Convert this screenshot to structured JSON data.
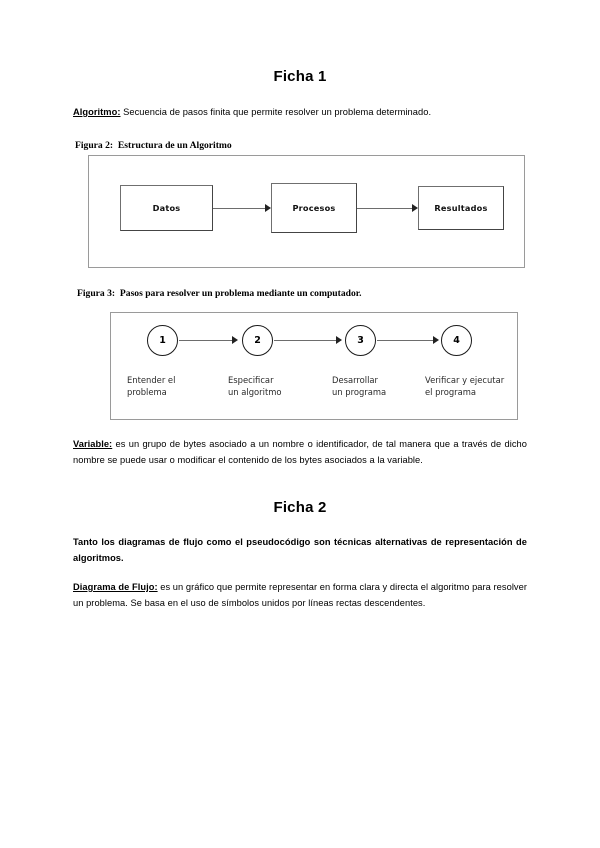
{
  "document": {
    "page_background": "#ffffff",
    "sections": [
      {
        "heading": "Ficha 1"
      },
      {
        "heading": "Ficha 2"
      }
    ]
  },
  "ficha1": {
    "title": "Ficha 1",
    "algoritmo": {
      "lead": "Algoritmo:",
      "body": " Secuencia de pasos finita que permite resolver un problema determinado."
    },
    "variable": {
      "lead": "Variable:",
      "body": " es un grupo de bytes asociado a un nombre o identificador, de tal manera que a través de dicho nombre  se puede usar o modificar el contenido de los bytes asociados a la variable."
    }
  },
  "figure2": {
    "caption_label": "Figura 2:",
    "caption_text": "Estructura de un Algoritmo",
    "boxes": [
      {
        "label": "Datos"
      },
      {
        "label": "Procesos"
      },
      {
        "label": "Resultados"
      }
    ]
  },
  "figure3": {
    "caption_label": "Figura 3:",
    "caption_text": "Pasos para resolver un problema mediante un computador.",
    "steps": [
      {
        "number": "1",
        "label": "Entender  el\nproblema"
      },
      {
        "number": "2",
        "label": "Especificar\nun algoritmo"
      },
      {
        "number": "3",
        "label": "Desarrollar\nun programa"
      },
      {
        "number": "4",
        "label": "Verificar y ejecutar\nel programa"
      }
    ]
  },
  "ficha2": {
    "title": "Ficha 2",
    "intro": "Tanto los diagramas de flujo como el pseudocódigo son técnicas alternativas de representación de algoritmos.",
    "diagrama": {
      "lead": "Diagrama de Flujo:",
      "body": " es un gráfico que permite representar en forma clara y directa el algoritmo para resolver un problema. Se basa en el uso de símbolos unidos por líneas rectas descendentes."
    }
  },
  "colors": {
    "text": "#000000",
    "frame_border": "#9a9a9a",
    "box_border": "#555555",
    "arrow": "#6d6d6d"
  }
}
